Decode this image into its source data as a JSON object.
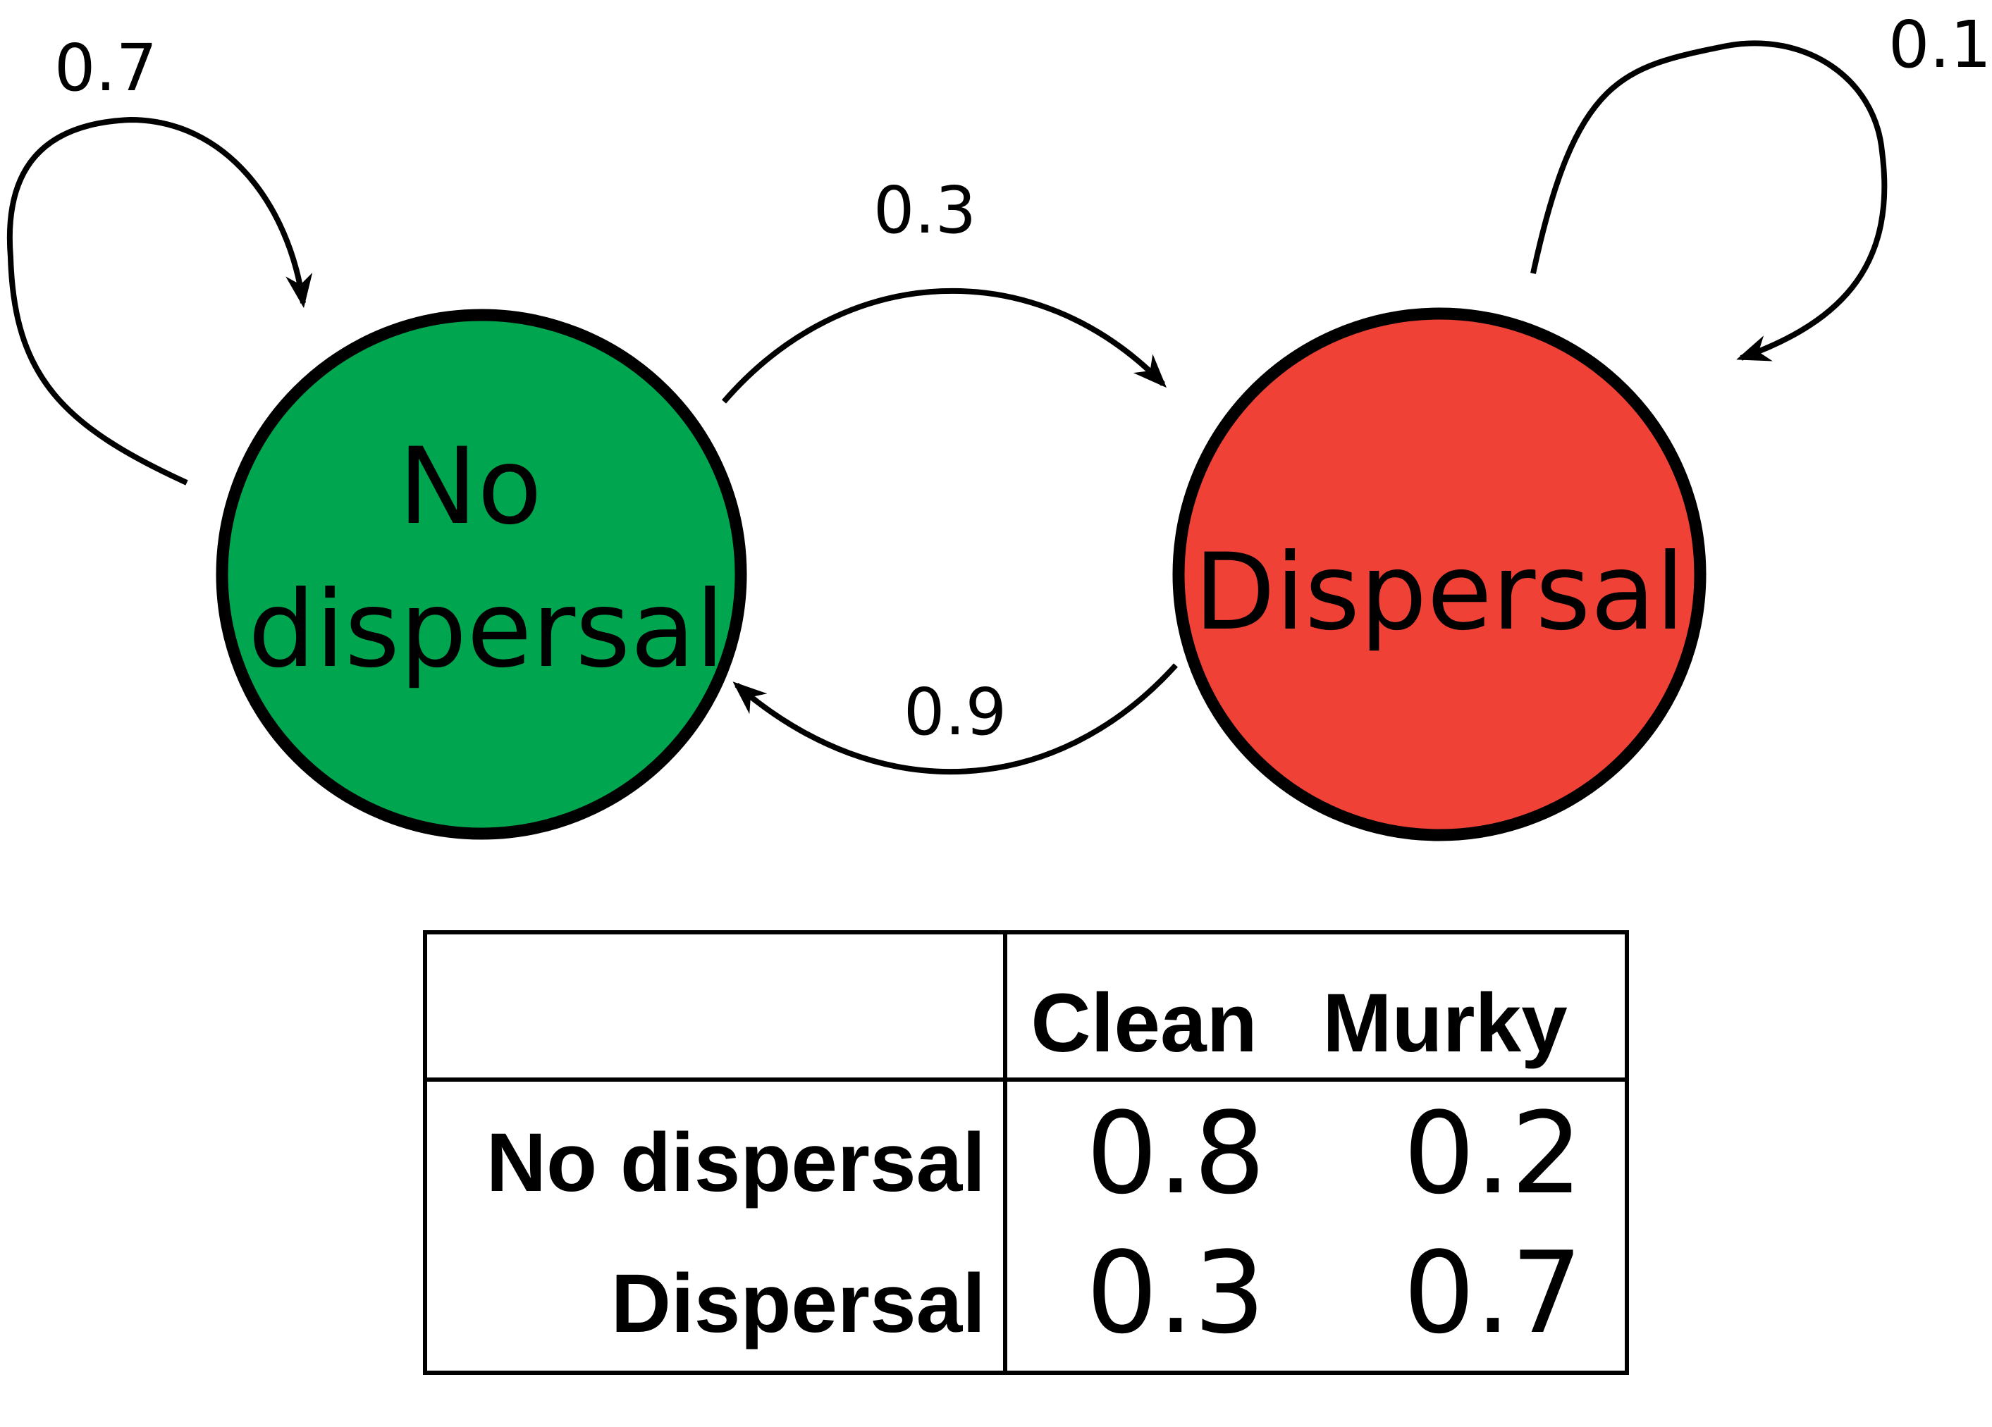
{
  "diagram": {
    "states": [
      {
        "id": "nodisp",
        "label_lines": [
          "No",
          "dispersal"
        ],
        "color": "#00A550"
      },
      {
        "id": "disp",
        "label_lines": [
          "Dispersal"
        ],
        "color": "#EF4136"
      }
    ],
    "transitions": [
      {
        "from": "No dispersal",
        "to": "No dispersal",
        "probability": "0.7"
      },
      {
        "from": "No dispersal",
        "to": "Dispersal",
        "probability": "0.3"
      },
      {
        "from": "Dispersal",
        "to": "No dispersal",
        "probability": "0.9"
      },
      {
        "from": "Dispersal",
        "to": "Dispersal",
        "probability": "0.1"
      }
    ]
  },
  "emission_table": {
    "columns": [
      "Clean",
      "Murky"
    ],
    "rows": [
      {
        "label": "No dispersal",
        "values": [
          "0.8",
          "0.2"
        ]
      },
      {
        "label": "Dispersal",
        "values": [
          "0.3",
          "0.7"
        ]
      }
    ]
  }
}
